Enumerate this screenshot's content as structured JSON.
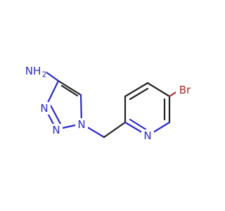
{
  "colors": {
    "bond": "#222222",
    "nitrogen": "#2a2acc",
    "bromine": "#a52a2a",
    "background": "#ffffff"
  },
  "atoms": {
    "nh2": "NH",
    "nh2_sub": "2",
    "n1": "N",
    "n2": "N",
    "n3": "N",
    "n_pyr": "N",
    "br": "Br"
  }
}
